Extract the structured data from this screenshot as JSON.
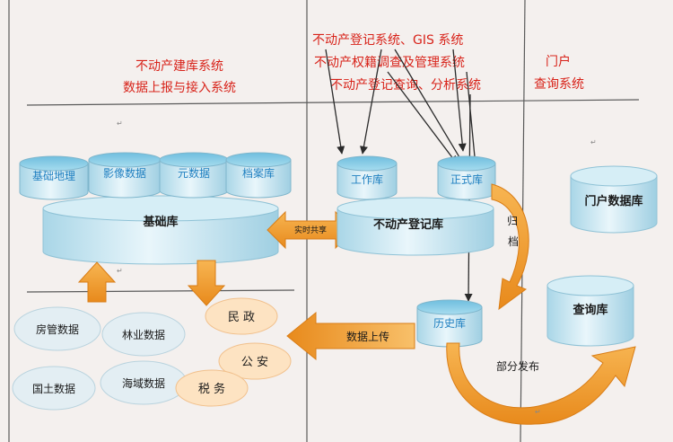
{
  "headers": {
    "left_line1": "不动产建库系统",
    "left_line2": "数据上报与接入系统",
    "mid_line1": "不动产登记系统、GIS 系统",
    "mid_line2": "不动产权籍调查及管理系统",
    "mid_line3": "不动产登记查询、分析系统",
    "right_line1": "门户",
    "right_line2": "查询系统"
  },
  "databases": {
    "basic_geo": "基础地理",
    "image_data": "影像数据",
    "metadata": "元数据",
    "archive": "档案库",
    "base": "基础库",
    "work": "工作库",
    "official": "正式库",
    "registry": "不动产登记库",
    "history": "历史库",
    "portal": "门户数据库",
    "query": "查询库"
  },
  "sources": {
    "housing": "房管数据",
    "forestry": "林业数据",
    "civil": "民  政",
    "land": "国土数据",
    "sea": "海域数据",
    "police": "公  安",
    "tax": "税  务"
  },
  "arrows": {
    "realtime_share": "实时共享",
    "upload": "数据上传",
    "archive_v": "归档",
    "partial_publish": "部分发布"
  },
  "colors": {
    "header_text": "#d8231a",
    "db_text": "#1e7fc0",
    "arrow_orange": "#f39a2a",
    "source_oval": "#e3eef3",
    "source_oval_peach": "#fde3c2",
    "cylinder": "#bfe3ef",
    "background": "#f4f0ee"
  }
}
